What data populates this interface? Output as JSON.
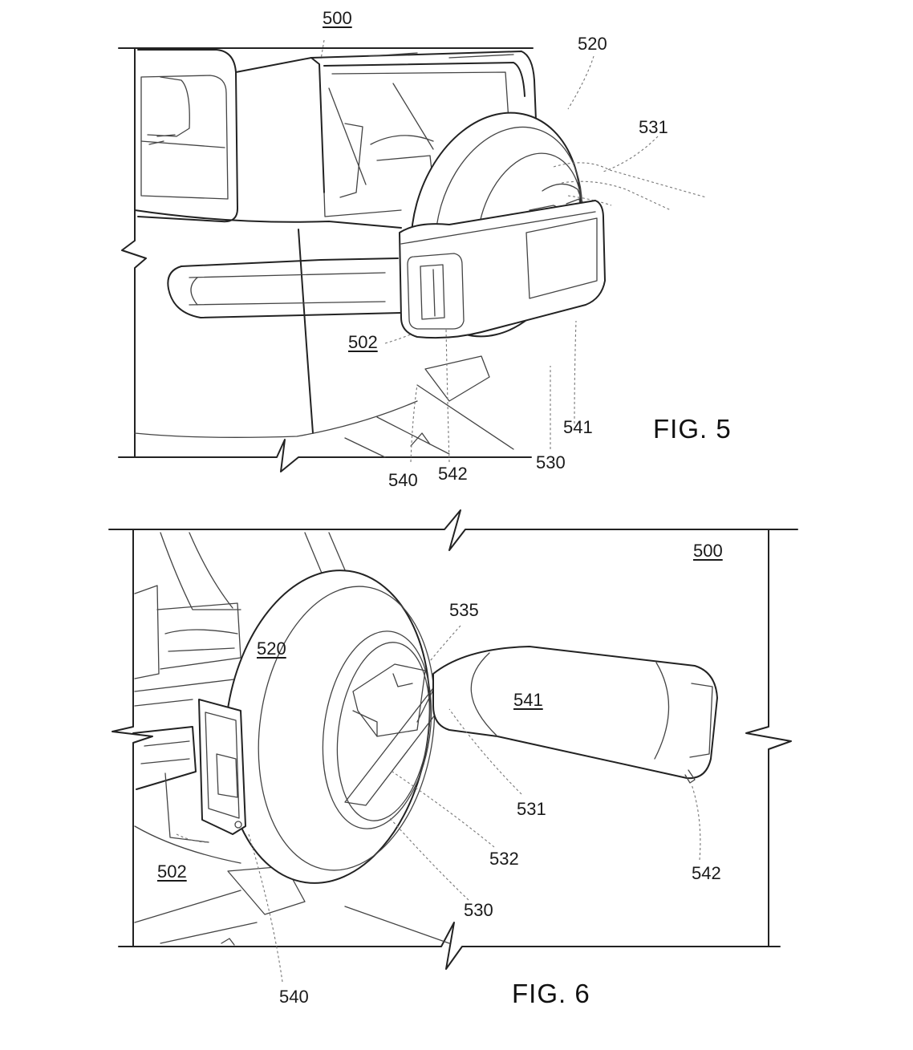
{
  "figures": [
    {
      "caption": "FIG. 5",
      "labels": {
        "vehicle": "500",
        "tire": "520",
        "latch": "531",
        "body_panel": "502",
        "wheel_carrier": "530",
        "light_bar": "541",
        "bracket": "540",
        "lamp": "542"
      }
    },
    {
      "caption": "FIG. 6",
      "labels": {
        "vehicle": "500",
        "tire": "520",
        "hinge": "535",
        "light_bar": "541",
        "latch": "531",
        "arm": "532",
        "wheel_carrier": "530",
        "body_panel": "502",
        "lamp": "542",
        "bracket": "540"
      }
    }
  ]
}
